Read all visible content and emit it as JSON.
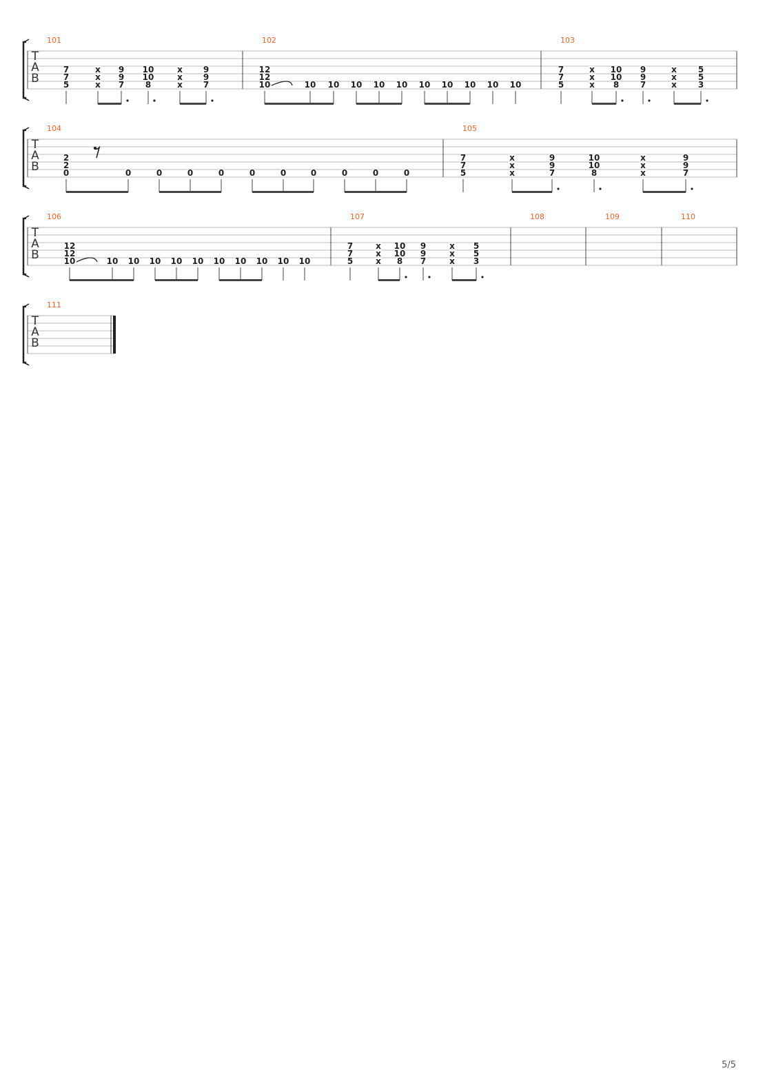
{
  "page": {
    "number": "5/5"
  },
  "colors": {
    "measure_number": "#e8632a",
    "ink": "#222222",
    "staff_line": "#b8b8b8"
  },
  "tab_clef": [
    "T",
    "A",
    "B"
  ],
  "systems": [
    {
      "measures": [
        {
          "number": "101",
          "events": [
            {
              "notes": [
                "7",
                "7",
                "5"
              ]
            },
            {
              "notes": [
                "x",
                "x",
                "x"
              ]
            },
            {
              "notes": [
                "9",
                "9",
                "7"
              ]
            },
            {
              "notes": [
                "10",
                "10",
                "8"
              ]
            },
            {
              "notes": [
                "x",
                "x",
                "x"
              ]
            },
            {
              "notes": [
                "9",
                "9",
                "7"
              ]
            }
          ]
        },
        {
          "number": "102",
          "events": [
            {
              "notes": [
                "12",
                "12",
                "10"
              ],
              "tie_to_next": true
            },
            {
              "notes": [
                "",
                "",
                "10"
              ]
            },
            {
              "notes": [
                "",
                "",
                "10"
              ]
            },
            {
              "notes": [
                "",
                "",
                "10"
              ]
            },
            {
              "notes": [
                "",
                "",
                "10"
              ]
            },
            {
              "notes": [
                "",
                "",
                "10"
              ]
            },
            {
              "notes": [
                "",
                "",
                "10"
              ]
            },
            {
              "notes": [
                "",
                "",
                "10"
              ]
            },
            {
              "notes": [
                "",
                "",
                "10"
              ]
            },
            {
              "notes": [
                "",
                "",
                "10"
              ]
            },
            {
              "notes": [
                "",
                "",
                "10"
              ]
            }
          ]
        },
        {
          "number": "103",
          "events": [
            {
              "notes": [
                "7",
                "7",
                "5"
              ]
            },
            {
              "notes": [
                "x",
                "x",
                "x"
              ]
            },
            {
              "notes": [
                "10",
                "10",
                "8"
              ]
            },
            {
              "notes": [
                "9",
                "9",
                "7"
              ]
            },
            {
              "notes": [
                "x",
                "x",
                "x"
              ]
            },
            {
              "notes": [
                "5",
                "5",
                "3"
              ]
            }
          ]
        }
      ]
    },
    {
      "measures": [
        {
          "number": "104",
          "events": [
            {
              "notes": [
                "2",
                "2",
                "0"
              ]
            },
            {
              "rest": "eighth"
            },
            {
              "notes": [
                "",
                "",
                "0"
              ]
            },
            {
              "notes": [
                "",
                "",
                "0"
              ]
            },
            {
              "notes": [
                "",
                "",
                "0"
              ]
            },
            {
              "notes": [
                "",
                "",
                "0"
              ]
            },
            {
              "notes": [
                "",
                "",
                "0"
              ]
            },
            {
              "notes": [
                "",
                "",
                "0"
              ]
            },
            {
              "notes": [
                "",
                "",
                "0"
              ]
            },
            {
              "notes": [
                "",
                "",
                "0"
              ]
            },
            {
              "notes": [
                "",
                "",
                "0"
              ]
            },
            {
              "notes": [
                "",
                "",
                "0"
              ]
            }
          ]
        },
        {
          "number": "105",
          "events": [
            {
              "notes": [
                "7",
                "7",
                "5"
              ]
            },
            {
              "notes": [
                "x",
                "x",
                "x"
              ]
            },
            {
              "notes": [
                "9",
                "9",
                "7"
              ]
            },
            {
              "notes": [
                "10",
                "10",
                "8"
              ]
            },
            {
              "notes": [
                "x",
                "x",
                "x"
              ]
            },
            {
              "notes": [
                "9",
                "9",
                "7"
              ]
            }
          ]
        }
      ]
    },
    {
      "measures": [
        {
          "number": "106",
          "events": [
            {
              "notes": [
                "12",
                "12",
                "10"
              ],
              "tie_to_next": true
            },
            {
              "notes": [
                "",
                "",
                "10"
              ]
            },
            {
              "notes": [
                "",
                "",
                "10"
              ]
            },
            {
              "notes": [
                "",
                "",
                "10"
              ]
            },
            {
              "notes": [
                "",
                "",
                "10"
              ]
            },
            {
              "notes": [
                "",
                "",
                "10"
              ]
            },
            {
              "notes": [
                "",
                "",
                "10"
              ]
            },
            {
              "notes": [
                "",
                "",
                "10"
              ]
            },
            {
              "notes": [
                "",
                "",
                "10"
              ]
            },
            {
              "notes": [
                "",
                "",
                "10"
              ]
            },
            {
              "notes": [
                "",
                "",
                "10"
              ]
            }
          ]
        },
        {
          "number": "107",
          "events": [
            {
              "notes": [
                "7",
                "7",
                "5"
              ]
            },
            {
              "notes": [
                "x",
                "x",
                "x"
              ]
            },
            {
              "notes": [
                "10",
                "10",
                "8"
              ]
            },
            {
              "notes": [
                "9",
                "9",
                "7"
              ]
            },
            {
              "notes": [
                "x",
                "x",
                "x"
              ]
            },
            {
              "notes": [
                "5",
                "5",
                "3"
              ]
            }
          ]
        },
        {
          "number": "108",
          "events": []
        },
        {
          "number": "109",
          "events": []
        },
        {
          "number": "110",
          "events": []
        }
      ]
    },
    {
      "measures": [
        {
          "number": "111",
          "events": [],
          "final": true
        }
      ]
    }
  ]
}
